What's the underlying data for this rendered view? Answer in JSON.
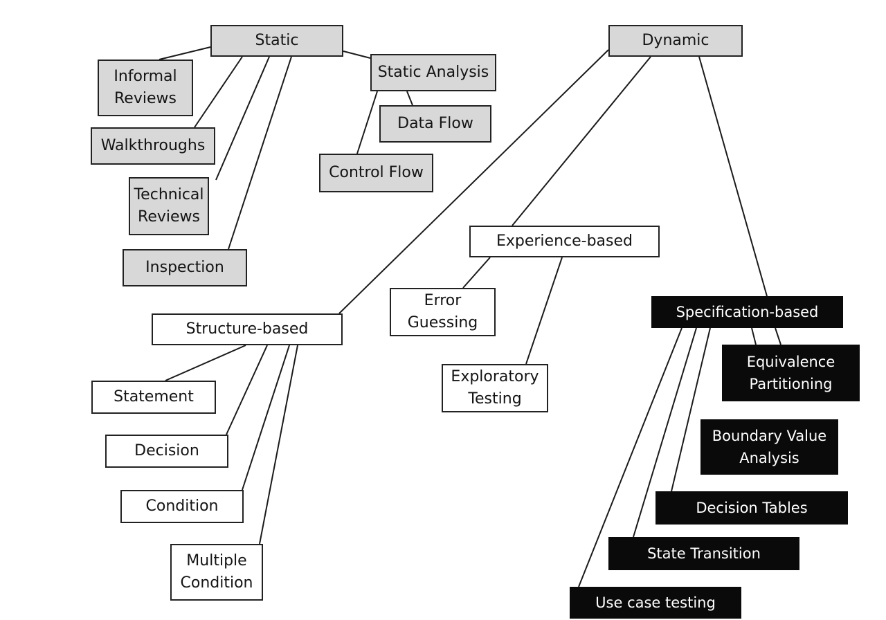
{
  "colors": {
    "grey_fill": "#d8d8d8",
    "white_fill": "#ffffff",
    "black_fill": "#0a0a0a",
    "line": "#1a1a1a"
  },
  "nodes": {
    "static": "Static",
    "dynamic": "Dynamic",
    "informal_reviews": "Informal\nReviews",
    "walkthroughs": "Walkthroughs",
    "technical_reviews": "Technical\nReviews",
    "inspection": "Inspection",
    "static_analysis": "Static Analysis",
    "data_flow": "Data Flow",
    "control_flow": "Control Flow",
    "experience_based": "Experience-based",
    "error_guessing": "Error\nGuessing",
    "exploratory_testing": "Exploratory\nTesting",
    "structure_based": "Structure-based",
    "statement": "Statement",
    "decision": "Decision",
    "condition": "Condition",
    "multiple_condition": "Multiple\nCondition",
    "specification_based": "Specification-based",
    "equivalence_partitioning": "Equivalence\nPartitioning",
    "boundary_value_analysis": "Boundary Value\nAnalysis",
    "decision_tables": "Decision Tables",
    "state_transition": "State Transition",
    "use_case_testing": "Use case testing"
  }
}
